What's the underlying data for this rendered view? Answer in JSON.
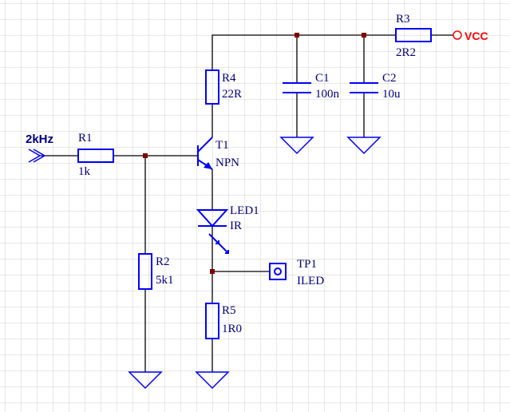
{
  "grid": {
    "color": "#d0d0d0",
    "background": "#ffffff"
  },
  "colors": {
    "component": "#0000ff",
    "wire": "#000000",
    "label": "#000080",
    "power": "#ff0000",
    "junction": "#800000"
  },
  "nets": {
    "input": "2kHz",
    "power": "VCC"
  },
  "components": {
    "r1": {
      "ref": "R1",
      "value": "1k"
    },
    "r2": {
      "ref": "R2",
      "value": "5k1"
    },
    "r3": {
      "ref": "R3",
      "value": "2R2"
    },
    "r4": {
      "ref": "R4",
      "value": "22R"
    },
    "r5": {
      "ref": "R5",
      "value": "1R0"
    },
    "c1": {
      "ref": "C1",
      "value": "100n"
    },
    "c2": {
      "ref": "C2",
      "value": "10u"
    },
    "t1": {
      "ref": "T1",
      "value": "NPN"
    },
    "led1": {
      "ref": "LED1",
      "value": "IR"
    },
    "tp1": {
      "ref": "TP1",
      "value": "ILED"
    }
  }
}
